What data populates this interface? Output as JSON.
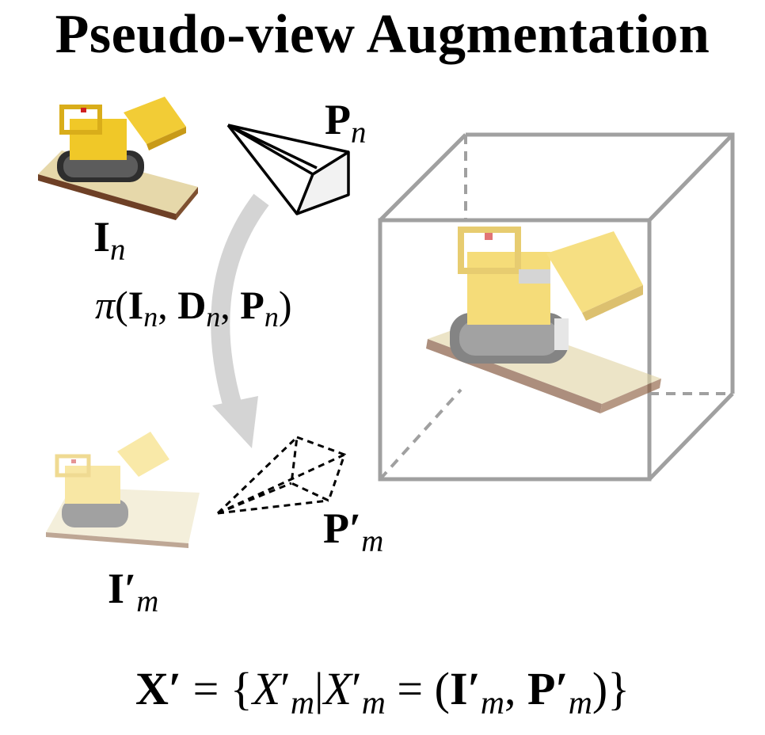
{
  "title": "Pseudo-view Augmentation",
  "labels": {
    "input_image": {
      "base": "I",
      "sub": "n"
    },
    "input_pose": {
      "base": "P",
      "sub": "n"
    },
    "projection": {
      "fn": "π",
      "open": "(",
      "a": "I",
      "a_sub": "n",
      "sep1": ", ",
      "b": "D",
      "b_sub": "n",
      "sep2": ", ",
      "c": "P",
      "c_sub": "n",
      "close": ")"
    },
    "pseudo_pose": {
      "base": "P",
      "prime": "′",
      "sub": "m"
    },
    "pseudo_image": {
      "base": "I",
      "prime": "′",
      "sub": "m"
    }
  },
  "equation": {
    "lhs": "X",
    "lhs_prime": "′",
    "eq": " = {",
    "x1": "X",
    "x1_prime": "′",
    "x1_sub": "m",
    "bar": "|",
    "x2": "X",
    "x2_prime": "′",
    "x2_sub": "m",
    "eq2": " = (",
    "i": "I",
    "i_prime": "′",
    "i_sub": "m",
    "comma": ", ",
    "p": "P",
    "p_prime": "′",
    "p_sub": "m",
    "close": ")}"
  },
  "colors": {
    "cube": "#a0a0a0",
    "arrow": "#d4d4d4",
    "toy_yellow": "#f0c828",
    "base_tan": "#e4d6a8",
    "base_brown": "#7a4a2e"
  },
  "icons": [
    "bulldozer-thumbnail",
    "camera-frustum-solid",
    "camera-frustum-dashed",
    "bounding-cube",
    "curved-arrow"
  ]
}
